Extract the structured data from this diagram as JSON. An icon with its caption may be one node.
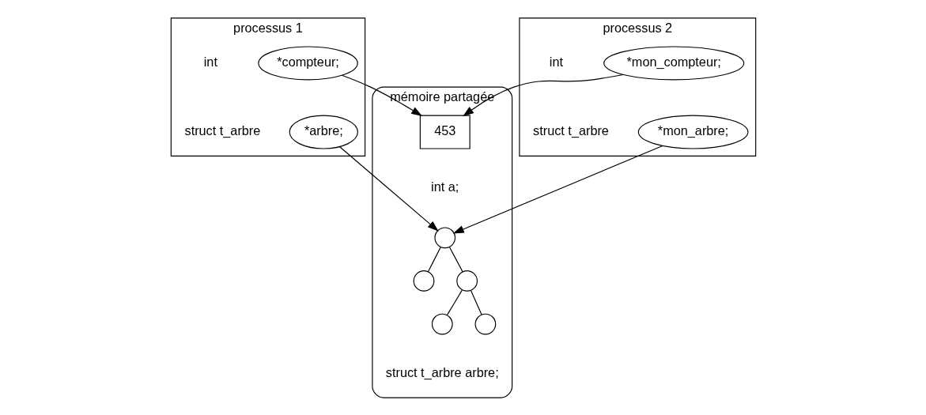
{
  "diagram": {
    "nodes": [
      {
        "text": [
          "processus 1"
        ]
      },
      {
        "text": [
          "*compteur;"
        ],
        "in": 0
      },
      {
        "text": [
          "*arbre;"
        ],
        "in": 0
      },
      {
        "text": [
          "mémoire partagée"
        ]
      },
      {
        "text": [
          "453"
        ],
        "in": 3,
        "beside": [
          "int a;"
        ]
      },
      {
        "text": [],
        "shape": "circle",
        "in": 3
      },
      {
        "text": [],
        "shape": "circle",
        "in": 3
      },
      {
        "text": [],
        "shape": "circle",
        "in": 3
      },
      {
        "text": [],
        "shape": "circle",
        "in": 3
      },
      {
        "text": [],
        "shape": "circle",
        "in": 3
      },
      {
        "text": [
          "processus 2"
        ]
      },
      {
        "text": [
          "*mon_compteur;"
        ],
        "in": 10
      },
      {
        "text": [
          "*mon_arbre;"
        ],
        "in": 10
      }
    ],
    "labels": [
      "int",
      "int",
      "struct t_arbre",
      "struct t_arbre",
      "struct t_arbre arbre;"
    ],
    "edges": [
      {
        "from": 1,
        "to": 4,
        "arrow": "to"
      },
      {
        "from": 11,
        "to": 4,
        "arrow": "to"
      },
      {
        "from": 2,
        "to": 5,
        "arrow": "to"
      },
      {
        "from": 12,
        "to": 5,
        "arrow": "to"
      },
      {
        "from": 5,
        "to": 6,
        "arrow": "none"
      },
      {
        "from": 5,
        "to": 7,
        "arrow": "none"
      },
      {
        "from": 7,
        "to": 8,
        "arrow": "none"
      },
      {
        "from": 7,
        "to": 9,
        "arrow": "none"
      }
    ]
  }
}
